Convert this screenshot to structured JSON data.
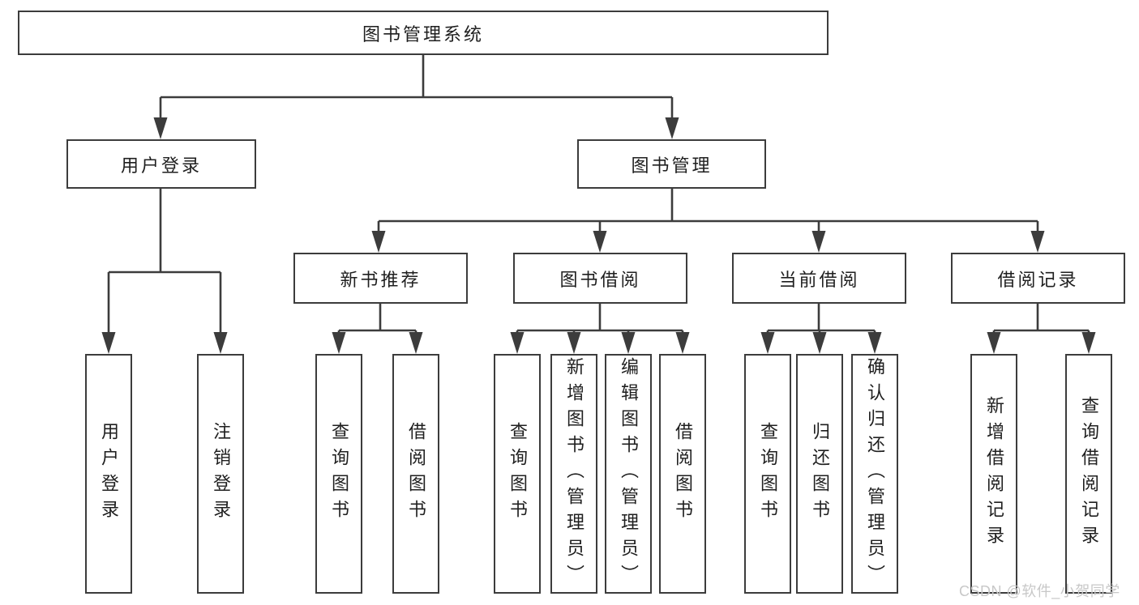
{
  "diagram_type": "hierarchy-tree",
  "watermark": "CSDN @软件_小贺同学",
  "colors": {
    "background": "#ffffff",
    "line": "#3c3c3c",
    "box_border": "#3c3c3c",
    "box_fill": "#ffffff",
    "text": "#1f1f1f",
    "watermark": "#c8c8c8"
  },
  "tree": {
    "root": {
      "label": "图书管理系统"
    },
    "branches": [
      {
        "label": "用户登录",
        "children": [
          {
            "label": "用户登录"
          },
          {
            "label": "注销登录"
          }
        ]
      },
      {
        "label": "图书管理",
        "children": [
          {
            "label": "新书推荐",
            "children": [
              {
                "label": "查询图书"
              },
              {
                "label": "借阅图书"
              }
            ]
          },
          {
            "label": "图书借阅",
            "children": [
              {
                "label": "查询图书"
              },
              {
                "label": "新增图书（管理员）"
              },
              {
                "label": "编辑图书（管理员）"
              },
              {
                "label": "借阅图书"
              }
            ]
          },
          {
            "label": "当前借阅",
            "children": [
              {
                "label": "查询图书"
              },
              {
                "label": "归还图书"
              },
              {
                "label": "确认归还（管理员）"
              }
            ]
          },
          {
            "label": "借阅记录",
            "children": [
              {
                "label": "新增借阅记录"
              },
              {
                "label": "查询借阅记录"
              }
            ]
          }
        ]
      }
    ]
  }
}
